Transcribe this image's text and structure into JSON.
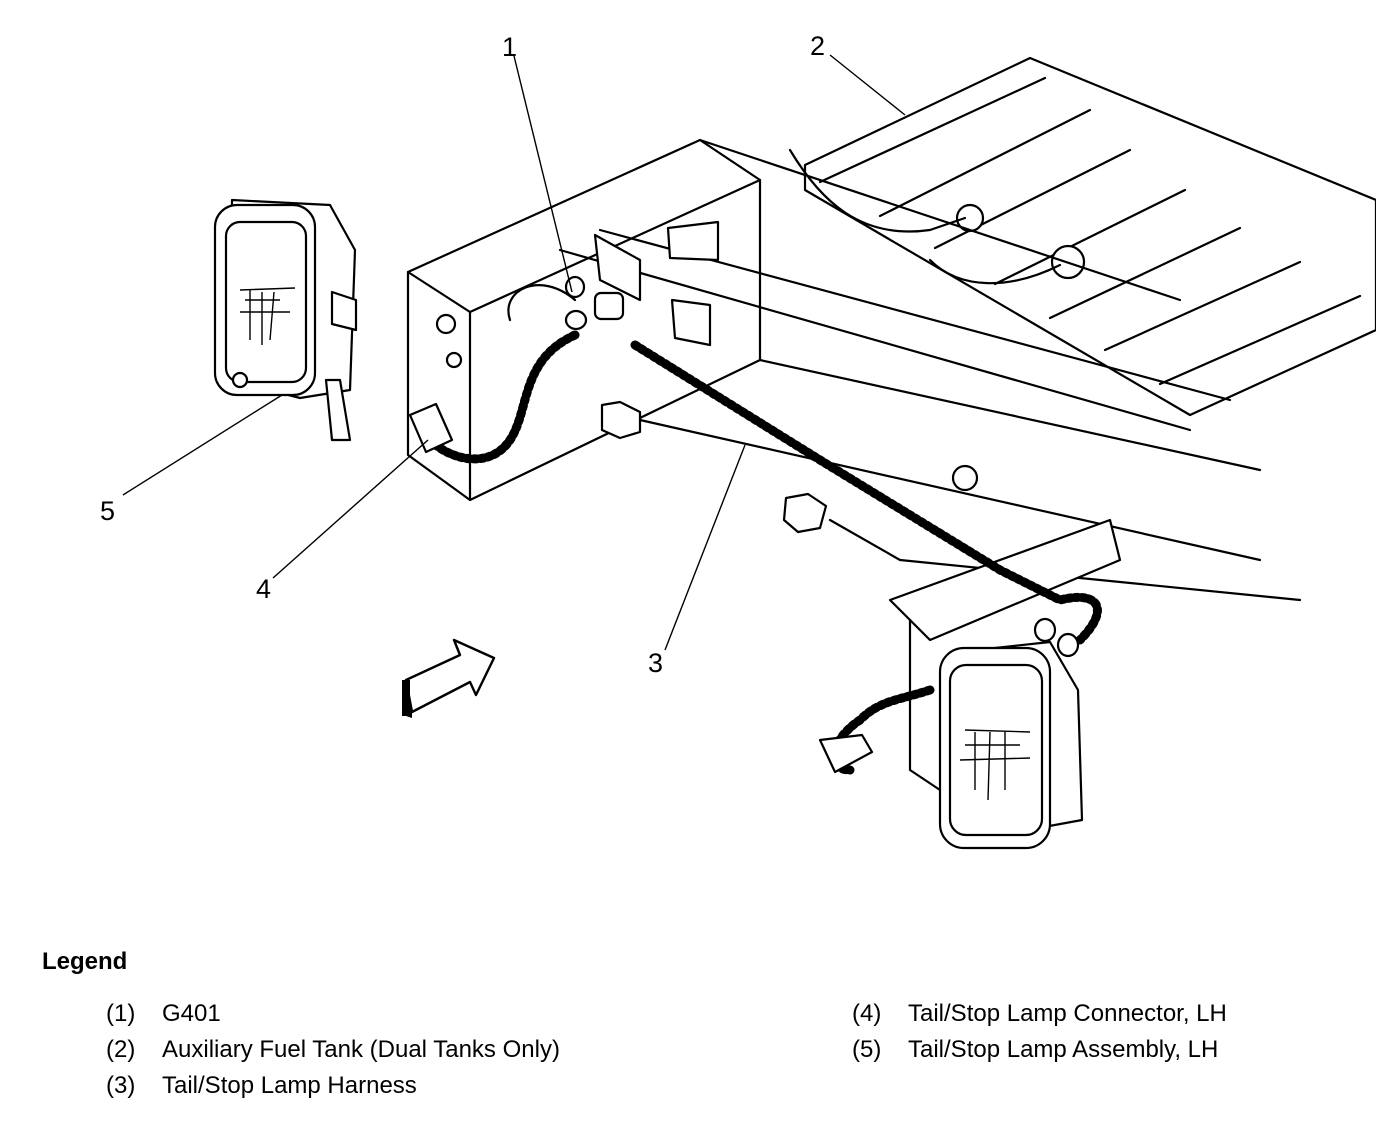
{
  "callouts": {
    "c1": "1",
    "c2": "2",
    "c3": "3",
    "c4": "4",
    "c5": "5"
  },
  "legend": {
    "title": "Legend",
    "items": [
      {
        "number": "(1)",
        "label": "G401"
      },
      {
        "number": "(2)",
        "label": "Auxiliary Fuel Tank (Dual Tanks Only)"
      },
      {
        "number": "(3)",
        "label": "Tail/Stop Lamp Harness"
      },
      {
        "number": "(4)",
        "label": "Tail/Stop Lamp Connector, LH"
      },
      {
        "number": "(5)",
        "label": "Tail/Stop Lamp Assembly, LH"
      }
    ]
  }
}
